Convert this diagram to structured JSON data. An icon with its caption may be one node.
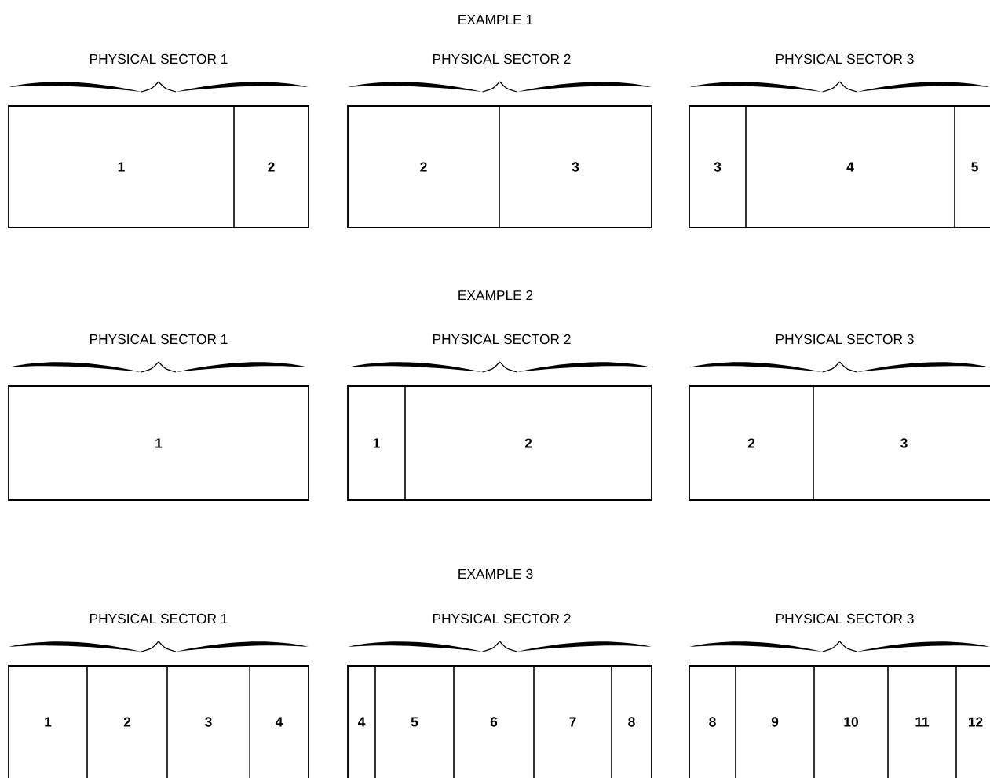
{
  "diagram": {
    "nodes": [
      {
        "text": [
          "PHYSICAL SECTOR 1"
        ]
      },
      {
        "text": [
          "1"
        ],
        "in": 0
      },
      {
        "text": [
          "2"
        ],
        "in": 0
      },
      {
        "text": [
          "PHYSICAL SECTOR 2"
        ]
      },
      {
        "text": [
          "2"
        ],
        "in": 3
      },
      {
        "text": [
          "3"
        ],
        "in": 3
      },
      {
        "text": [
          "PHYSICAL SECTOR 3"
        ]
      },
      {
        "text": [
          "3"
        ],
        "in": 6
      },
      {
        "text": [
          "4"
        ],
        "in": 6
      },
      {
        "text": [
          "5"
        ],
        "in": 6
      },
      {
        "text": [
          "PHYSICAL SECTOR 1"
        ]
      },
      {
        "text": [
          "1"
        ],
        "in": 10
      },
      {
        "text": [
          "PHYSICAL SECTOR 2"
        ]
      },
      {
        "text": [
          "1"
        ],
        "in": 12
      },
      {
        "text": [
          "2"
        ],
        "in": 12
      },
      {
        "text": [
          "PHYSICAL SECTOR 3"
        ]
      },
      {
        "text": [
          "2"
        ],
        "in": 15
      },
      {
        "text": [
          "3"
        ],
        "in": 15
      },
      {
        "text": [
          "PHYSICAL SECTOR 1"
        ]
      },
      {
        "text": [
          "1"
        ],
        "in": 18
      },
      {
        "text": [
          "2"
        ],
        "in": 18
      },
      {
        "text": [
          "3"
        ],
        "in": 18
      },
      {
        "text": [
          "4"
        ],
        "in": 18
      },
      {
        "text": [
          "PHYSICAL SECTOR 2"
        ]
      },
      {
        "text": [
          "4"
        ],
        "in": 23
      },
      {
        "text": [
          "5"
        ],
        "in": 23
      },
      {
        "text": [
          "6"
        ],
        "in": 23
      },
      {
        "text": [
          "7"
        ],
        "in": 23
      },
      {
        "text": [
          "8"
        ],
        "in": 23
      },
      {
        "text": [
          "PHYSICAL SECTOR 3"
        ]
      },
      {
        "text": [
          "8"
        ],
        "in": 29
      },
      {
        "text": [
          "9"
        ],
        "in": 29
      },
      {
        "text": [
          "10"
        ],
        "in": 29
      },
      {
        "text": [
          "11"
        ],
        "in": 29
      },
      {
        "text": [
          "12"
        ],
        "in": 29
      }
    ],
    "labels": [
      "EXAMPLE 1",
      "EXAMPLE 2",
      "EXAMPLE 3"
    ]
  }
}
